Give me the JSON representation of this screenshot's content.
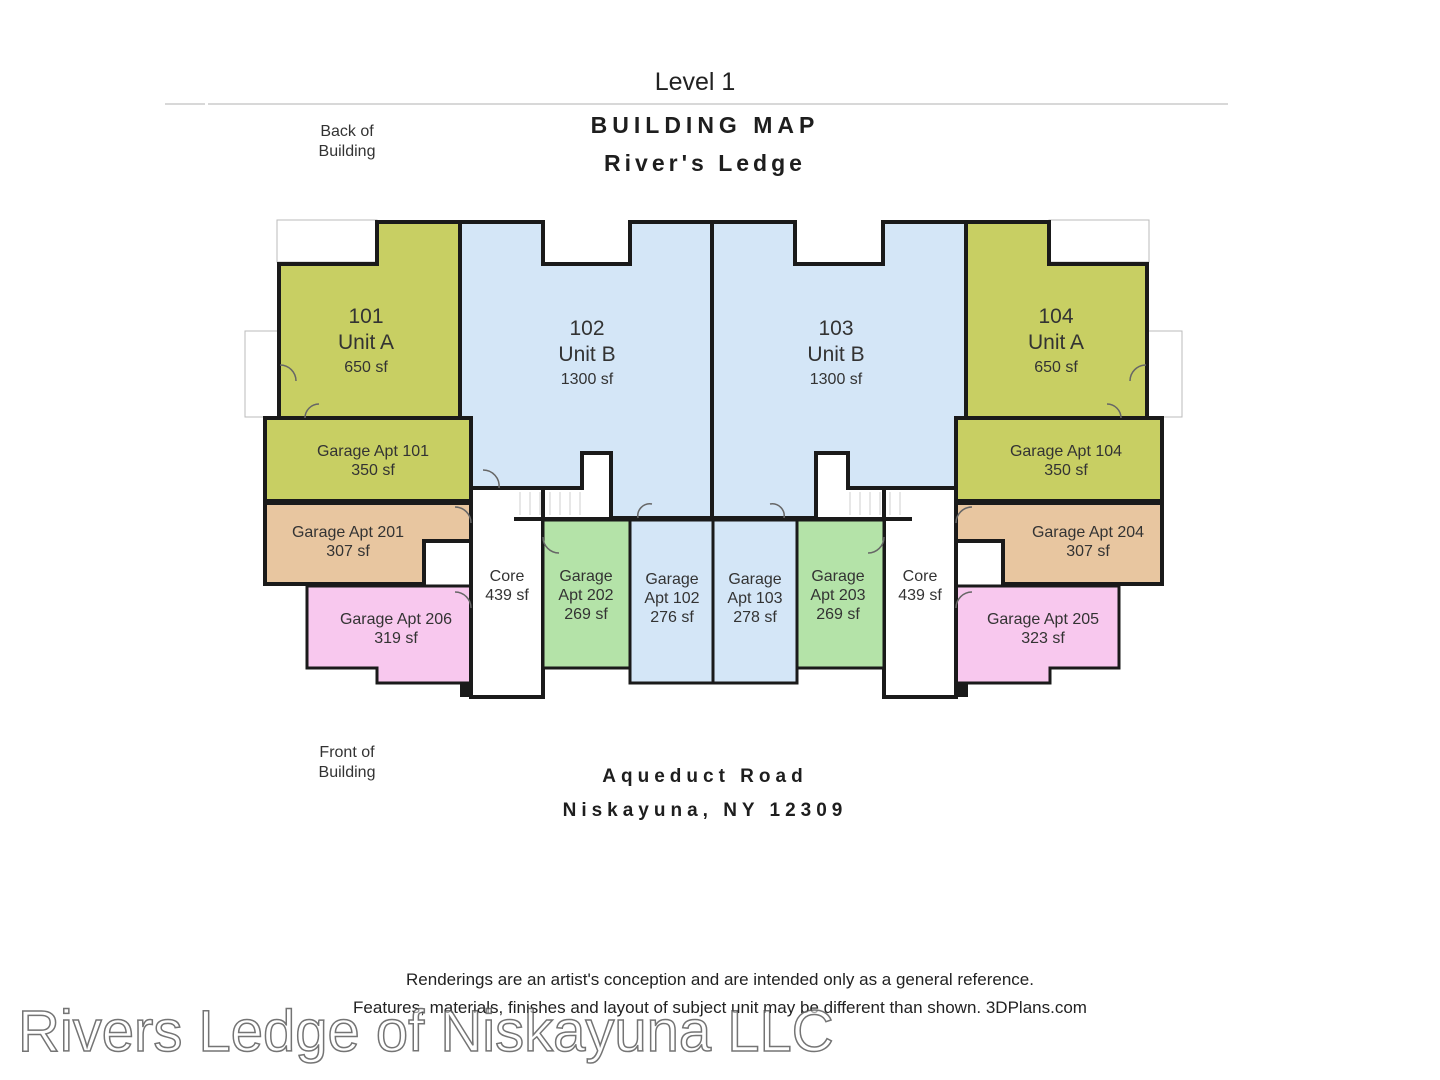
{
  "header": {
    "level": "Level 1",
    "title": "BUILDING MAP",
    "subtitle": "River's Ledge"
  },
  "orientation": {
    "back": [
      "Back of",
      "Building"
    ],
    "front": [
      "Front of",
      "Building"
    ]
  },
  "address": {
    "street": "Aqueduct Road",
    "city": "Niskayuna, NY 12309"
  },
  "colors": {
    "unit_a": "#c8cf63",
    "unit_b": "#d4e6f7",
    "garage_apt": "#c8cf63",
    "garage_apt_tan": "#e8c6a0",
    "garage_apt_pink": "#f8c8ee",
    "garage_apt_green": "#b4e3a8",
    "core": "#ffffff",
    "wall": "#1a1a1a"
  },
  "rooms": {
    "r101": [
      "101",
      "Unit A",
      "650 sf"
    ],
    "r102": [
      "102",
      "Unit B",
      "1300 sf"
    ],
    "r103": [
      "103",
      "Unit B",
      "1300 sf"
    ],
    "r104": [
      "104",
      "Unit A",
      "650 sf"
    ],
    "g101": [
      "Garage Apt 101",
      "350 sf"
    ],
    "g104": [
      "Garage Apt 104",
      "350 sf"
    ],
    "g201": [
      "Garage Apt 201",
      "307 sf"
    ],
    "g204": [
      "Garage Apt 204",
      "307 sf"
    ],
    "g206": [
      "Garage Apt 206",
      "319 sf"
    ],
    "g205": [
      "Garage Apt 205",
      "323 sf"
    ],
    "coreL": [
      "Core",
      "439 sf"
    ],
    "coreR": [
      "Core",
      "439 sf"
    ],
    "g202": [
      "Garage",
      "Apt 202",
      "269 sf"
    ],
    "g203": [
      "Garage",
      "Apt 203",
      "269 sf"
    ],
    "g102": [
      "Garage",
      "Apt 102",
      "276 sf"
    ],
    "g103": [
      "Garage",
      "Apt 103",
      "278 sf"
    ]
  },
  "disclaimer": {
    "line1": "Renderings are an artist's conception and are intended only as a general reference.",
    "line2": "Features, materials, finishes and layout of subject unit may be different than shown. 3DPlans.com"
  },
  "watermark": "Rivers Ledge of Niskayuna LLC"
}
